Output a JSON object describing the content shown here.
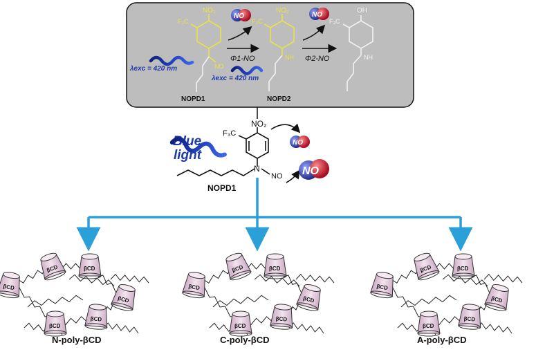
{
  "top_panel": {
    "substituent_cf3": "F₃C",
    "substituent_no2": "NO₂",
    "substituent_no": "NO",
    "substituent_nh": "NH",
    "substituent_oh": "OH",
    "excitation_label_1": "λexc = 420 nm",
    "excitation_label_2": "λexc = 420 nm",
    "quantum_yield_1": "Φ1-NO",
    "quantum_yield_2": "Φ2-NO",
    "compound_1": "NOPD1",
    "compound_2": "NOPD2",
    "molecule_glyph": "NO"
  },
  "center": {
    "blue_light_line1": "Blue",
    "blue_light_line2": "light",
    "substituent_cf3": "F₃C",
    "substituent_no2": "NO₂",
    "substituent_n": "N",
    "substituent_no": "NO",
    "compound_label": "NOPD1",
    "molecule_glyph": "NO"
  },
  "polymers": {
    "cd_label": "βCD",
    "n_label": "N-poly-βCD",
    "c_label": "C-poly-βCD",
    "a_label": "A-poly-βCD"
  },
  "colors": {
    "panel_bg": "#bdbdbd",
    "yellow_structure": "#e8e24a",
    "white_structure": "#f2f2f2",
    "light_wave": "#1f3aa8",
    "arrow_blue": "#2a9fd8",
    "no_blue": "#2c3a9c",
    "no_red": "#c8102e",
    "cd_fill": "#e6cfe0"
  }
}
